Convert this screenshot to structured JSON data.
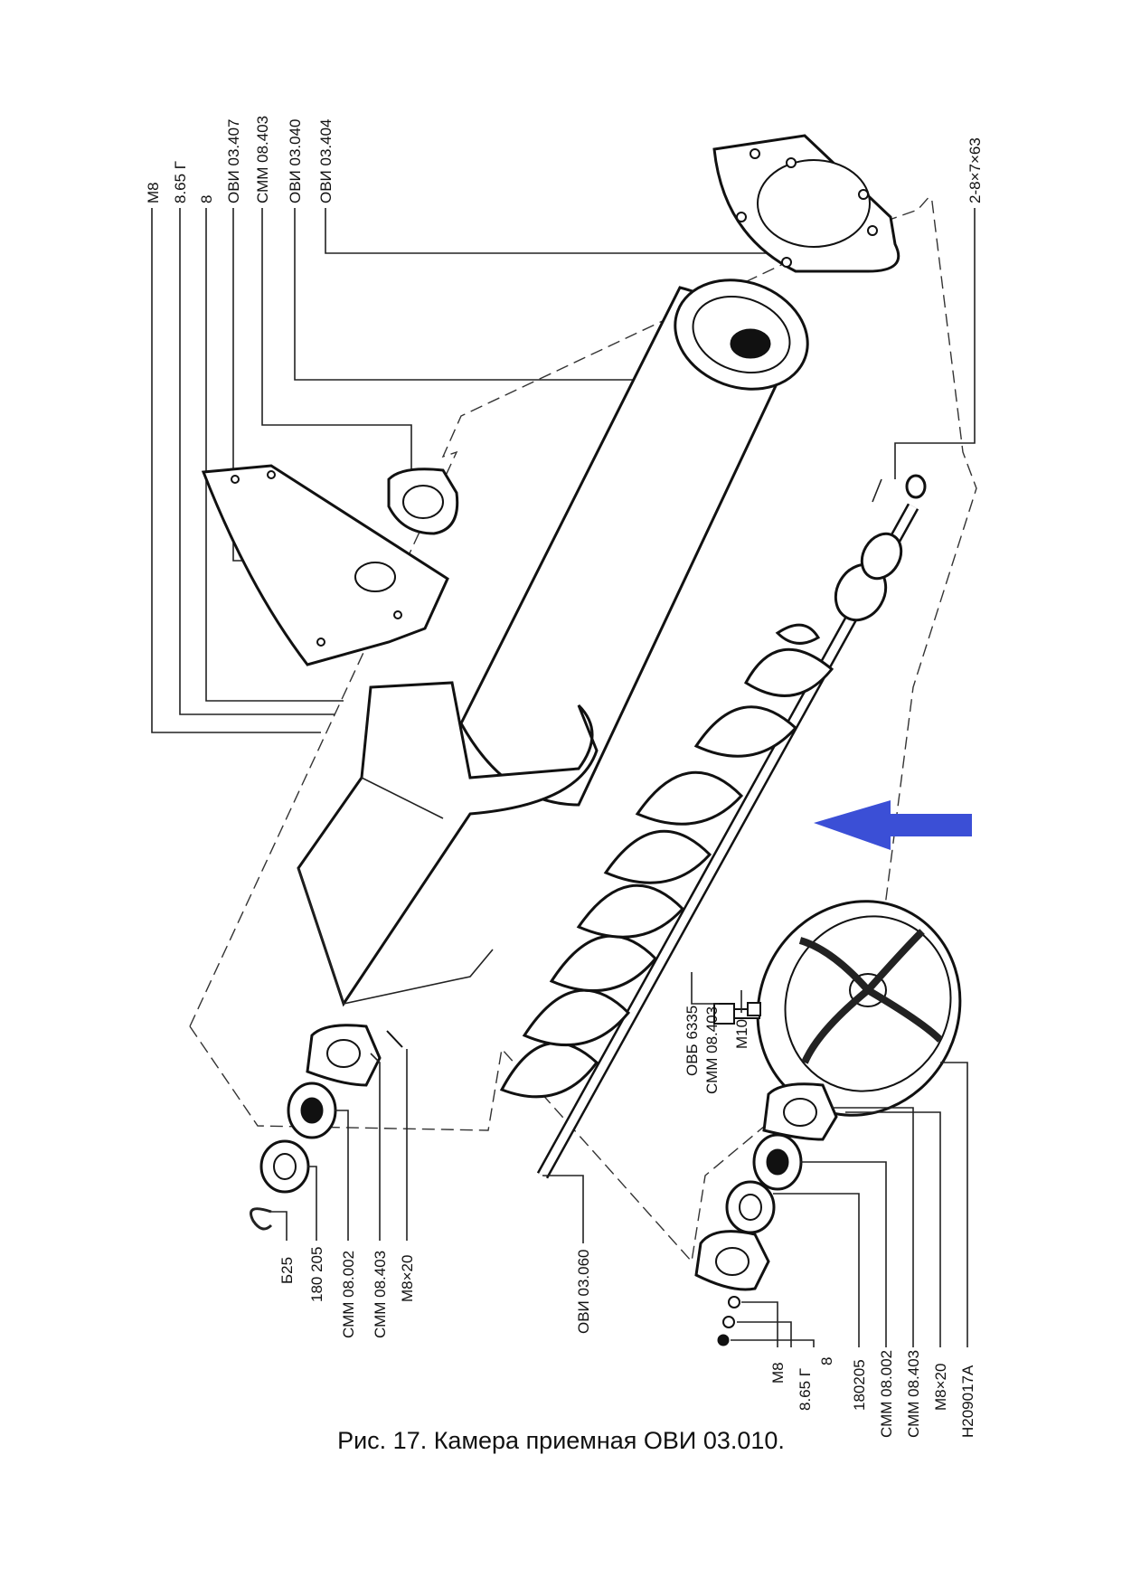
{
  "caption": "Рис. 17. Камера приемная ОВИ 03.010.",
  "labels": {
    "top_left": [
      "М8",
      "8.65 Г",
      "8",
      "ОВИ 03.407",
      "СММ 08.403",
      "ОВИ 03.040",
      "ОВИ 03.404"
    ],
    "top_right": "2-8×7×63",
    "bottom_left": [
      "Б25",
      "180 205",
      "СММ 08.002",
      "СММ 08.403",
      "М8×20"
    ],
    "shaft": "ОВИ 03.060",
    "bolt": [
      "ОВБ 6335",
      "СММ 08.403",
      "М10"
    ],
    "bottom_right": [
      "М8",
      "8.65 Г",
      "8",
      "180205",
      "СММ 08.002",
      "СММ 08.403",
      "М8×20",
      "Н209017А"
    ]
  },
  "arrow_color": "#3b4fd6"
}
